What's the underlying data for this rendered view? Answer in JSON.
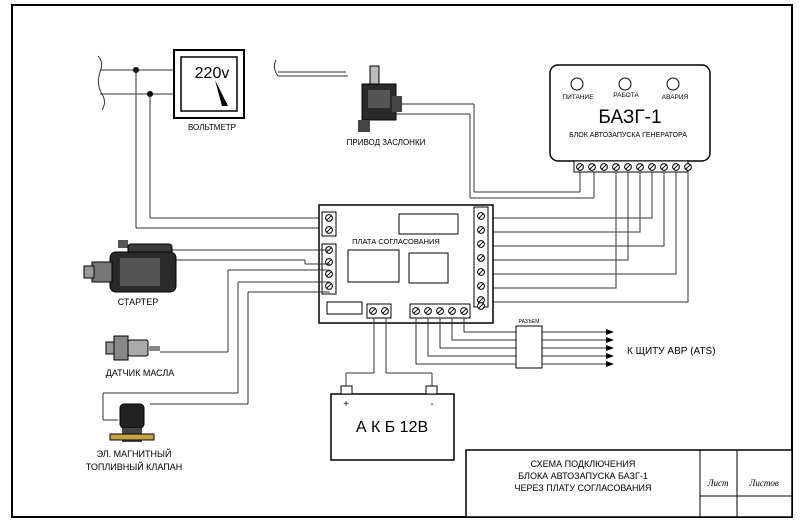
{
  "labels": {
    "voltmeter_value": "220v",
    "voltmeter": "ВОЛЬТМЕТР",
    "damper_drive": "ПРИВОД ЗАСЛОНКИ",
    "controller_title": "БАЗГ-1",
    "controller_subtitle": "БЛОК АВТОЗАПУСКА ГЕНЕРАТОРА",
    "led_power": "ПИТАНИЕ",
    "led_work": "РАБОТА",
    "led_alarm": "АВАРИЯ",
    "board": "ПЛАТА СОГЛАСОВАНИЯ",
    "starter": "СТАРТЕР",
    "oil_sensor": "ДАТЧИК МАСЛА",
    "fuel_valve_line1": "ЭЛ. МАГНИТНЫЙ",
    "fuel_valve_line2": "ТОПЛИВНЫЙ КЛАПАН",
    "battery": "А К Б  12В",
    "battery_plus": "+",
    "battery_minus": "-",
    "connector": "РАЗЪЕМ",
    "ats": "К ЩИТУ АВР (ATS)"
  },
  "title_block": {
    "line1": "СХЕМА ПОДКЛЮЧЕНИЯ",
    "line2": "БЛОКА АВТОЗАПУСКА БАЗГ-1",
    "line3": "ЧЕРЕЗ ПЛАТУ СОГЛАСОВАНИЯ",
    "sheet": "Лист",
    "sheets": "Листов"
  }
}
